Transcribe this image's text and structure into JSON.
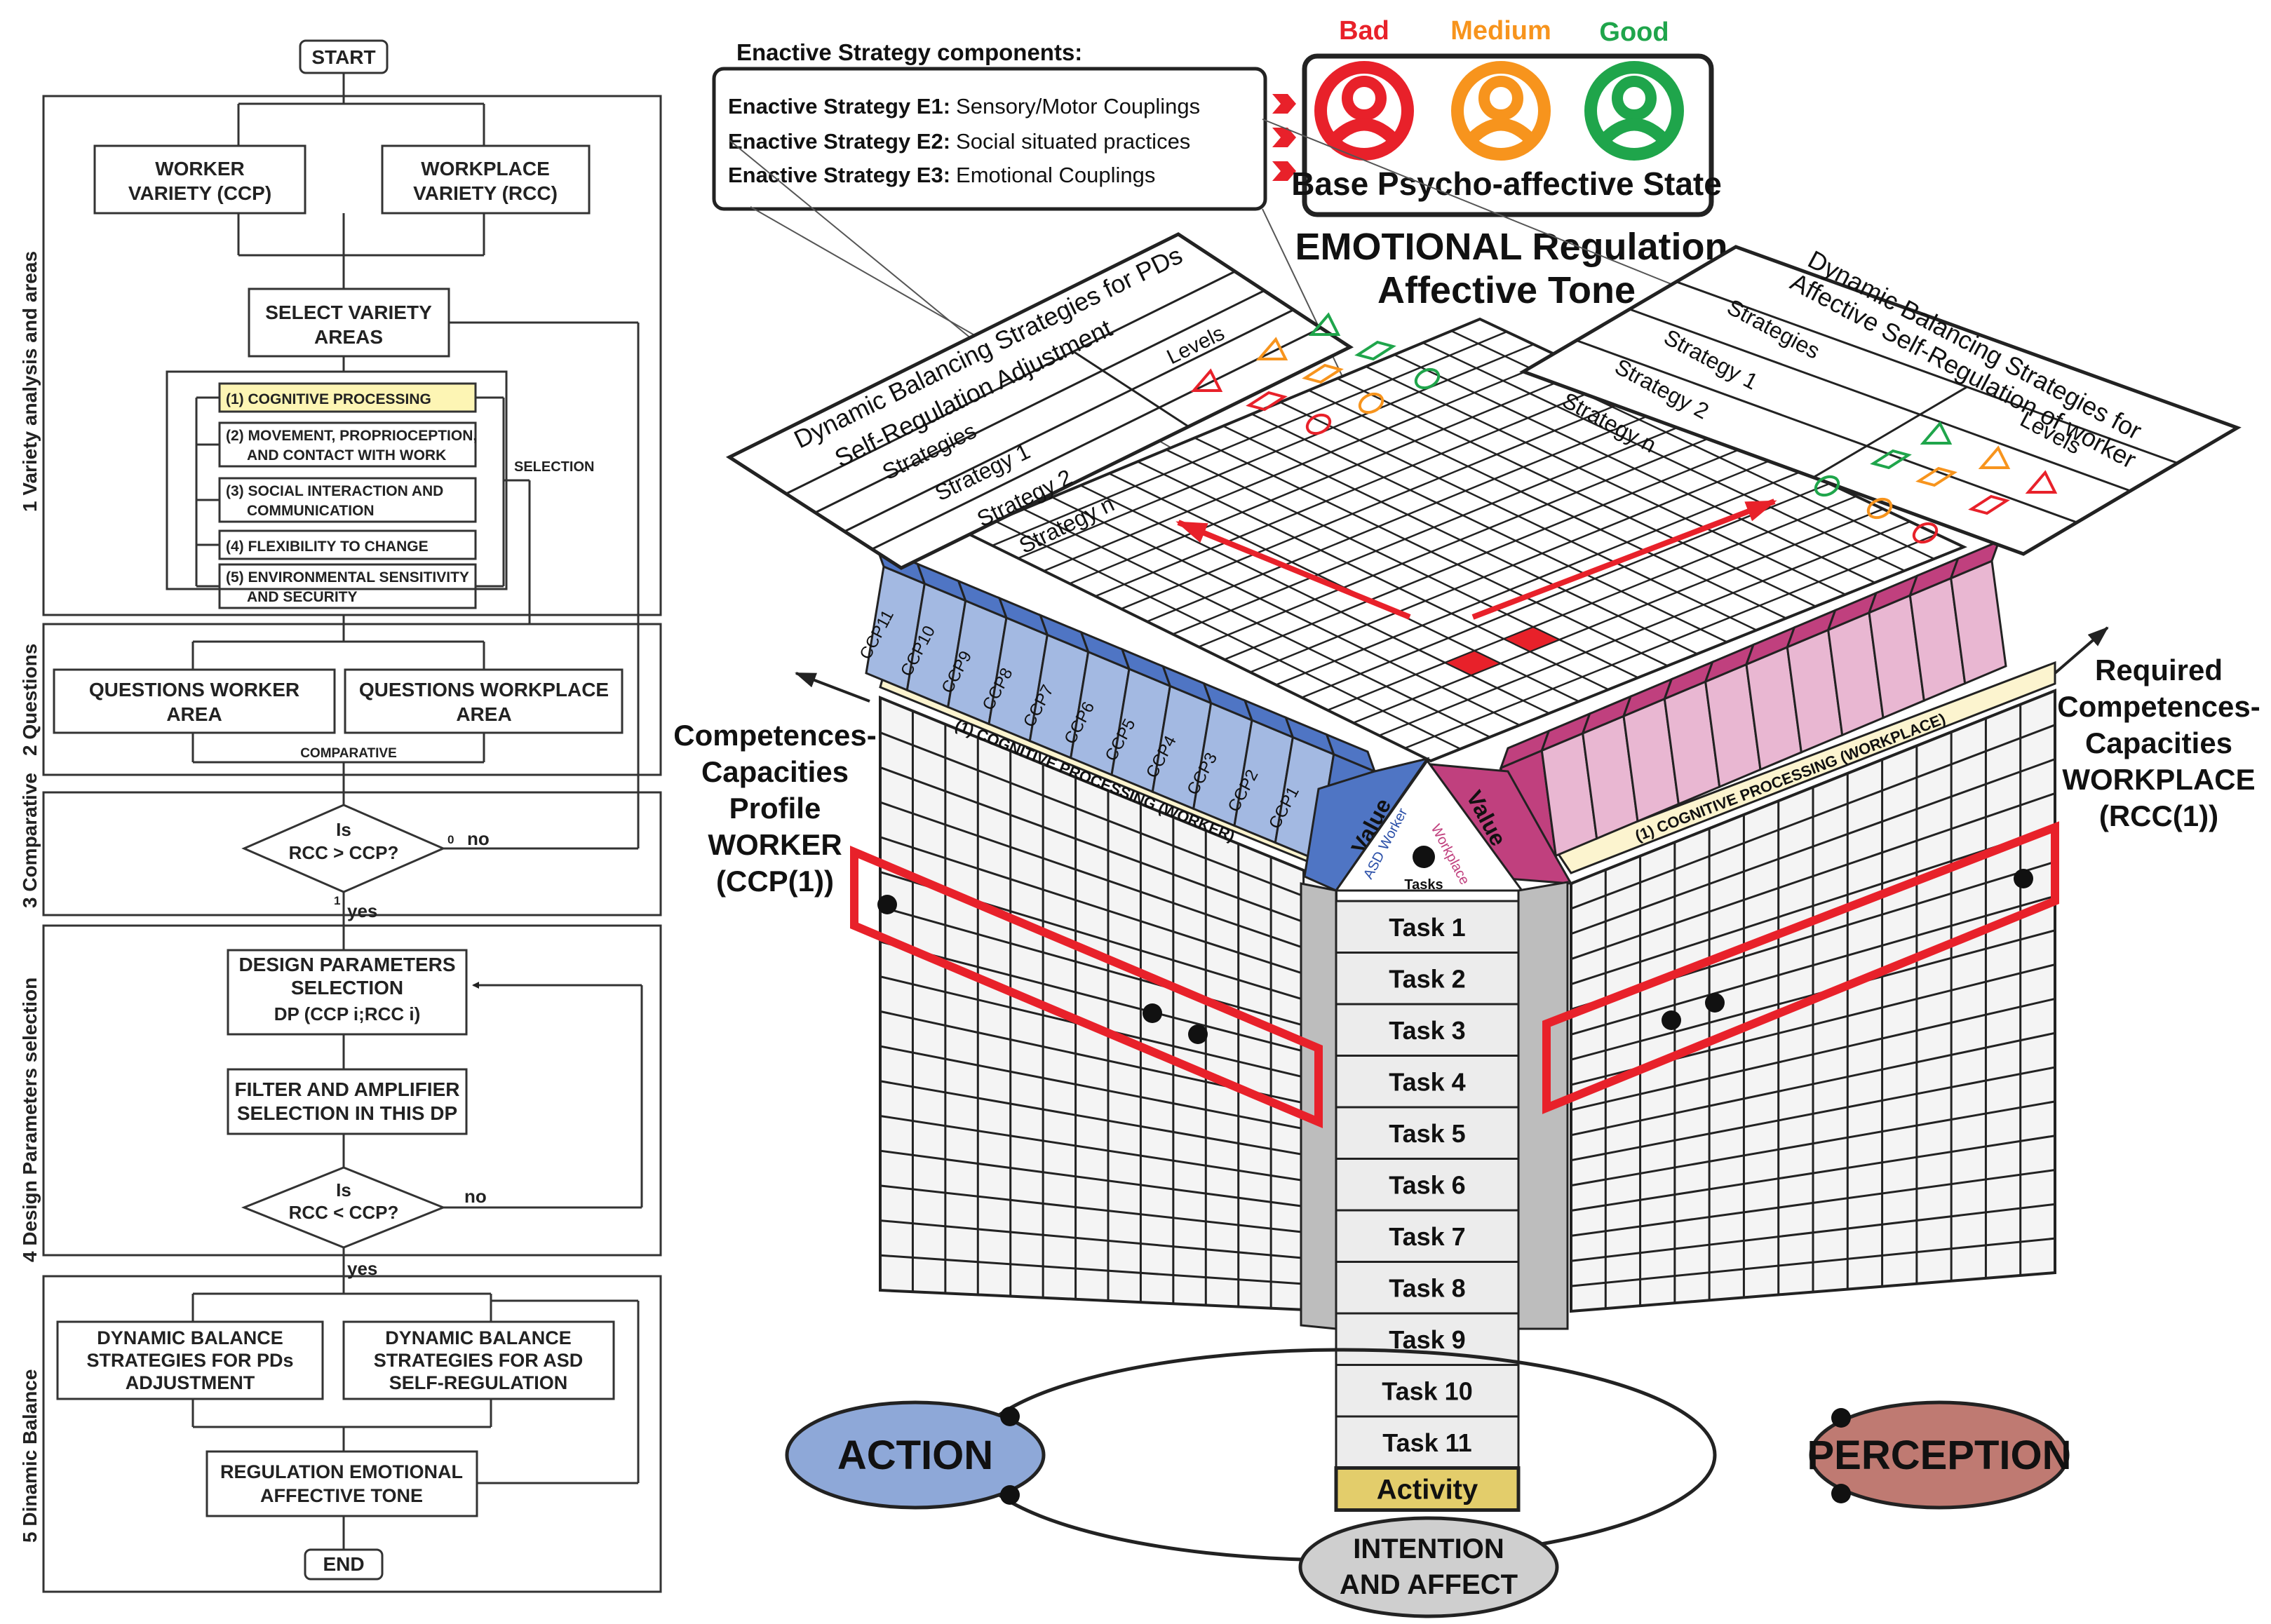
{
  "flowchart": {
    "start": "START",
    "end": "END",
    "worker_variety": [
      "WORKER",
      "VARIETY (CCP)"
    ],
    "workplace_variety": [
      "WORKPLACE",
      "VARIETY (RCC)"
    ],
    "select_variety_areas": [
      "SELECT VARIETY",
      "AREAS"
    ],
    "areas": [
      [
        "(1) COGNITIVE PROCESSING"
      ],
      [
        "(2) MOVEMENT, PROPRIOCEPTION,",
        "AND CONTACT WITH WORK"
      ],
      [
        "(3) SOCIAL INTERACTION AND",
        "COMMUNICATION"
      ],
      [
        "(4) FLEXIBILITY TO CHANGE"
      ],
      [
        "(5) ENVIRONMENTAL SENSITIVITY",
        "AND SECURITY"
      ]
    ],
    "selection_label": "SELECTION",
    "questions_worker": [
      "QUESTIONS WORKER",
      "AREA"
    ],
    "questions_workplace": [
      "QUESTIONS WORKPLACE",
      "AREA"
    ],
    "comparative_label": "COMPARATIVE",
    "decision1": [
      "Is",
      "RCC > CCP?"
    ],
    "decision1_no": "no",
    "decision1_no_mark": "0",
    "decision1_yes": "yes",
    "decision1_yes_mark": "1",
    "design_params": [
      "DESIGN PARAMETERS",
      "SELECTION"
    ],
    "design_params_formula": "DP (CCP  i;RCC  i)",
    "filter_amplifier": [
      "FILTER AND AMPLIFIER",
      "SELECTION IN THIS DP"
    ],
    "decision2": [
      "Is",
      "RCC < CCP?"
    ],
    "decision2_no": "no",
    "decision2_yes": "yes",
    "dyn_pds": [
      "DYNAMIC BALANCE",
      "STRATEGIES FOR PDs",
      "ADJUSTMENT"
    ],
    "dyn_asd": [
      "DYNAMIC BALANCE",
      "STRATEGIES FOR ASD",
      "SELF-REGULATION"
    ],
    "regulation": [
      "REGULATION EMOTIONAL",
      "AFFECTIVE TONE"
    ],
    "section_labels": [
      "1 Variety analysis and areas",
      "2 Questions",
      "3 Comparative",
      "4 Design Parameters selection",
      "5 Dinamic Balance"
    ]
  },
  "enactive": {
    "heading": "Enactive Strategy components:",
    "items": [
      {
        "bold": "Enactive Strategy E1:",
        "text": "Sensory/Motor Couplings"
      },
      {
        "bold": "Enactive Strategy E2:",
        "text": "Social situated practices"
      },
      {
        "bold": "Enactive Strategy E3:",
        "text": "Emotional Couplings"
      }
    ]
  },
  "states": {
    "labels": [
      "Bad",
      "Medium",
      "Good"
    ],
    "colors": [
      "#e8212a",
      "#f7941d",
      "#1fa54b"
    ],
    "caption": "Base Psycho-affective State"
  },
  "emotional_title": [
    "EMOTIONAL Regulation",
    "Affective Tone"
  ],
  "left_panel": {
    "title": [
      "Dynamic Balancing Strategies for PDs",
      "Self-Regulation Adjustment"
    ],
    "levels": "Levels",
    "strategies": "Strategies",
    "rows": [
      "Strategy 1",
      "Strategy 2",
      "Strategy n"
    ]
  },
  "right_panel": {
    "title": [
      "Dynamic Balancing Strategies for",
      "Affective Self-Regulation of worker"
    ],
    "levels": "Levels",
    "strategies": "Strategies",
    "rows": [
      "Strategy 1",
      "Strategy 2",
      "Strategy n"
    ]
  },
  "cube": {
    "ccp_labels": [
      "CCP11",
      "CCP10",
      "CCP9",
      "CCP8",
      "CCP7",
      "CCP6",
      "CCP5",
      "CCP4",
      "CCP3",
      "CCP2",
      "CCP1"
    ],
    "value_left": "Value",
    "value_right": "Value",
    "asd_worker": "ASD Worker",
    "workplace": "Workplace",
    "tasks_head": "Tasks",
    "left_band": "(1) COGNITIVE PROCESSING (WORKER)",
    "right_band": "(1) COGNITIVE PROCESSING (WORKPLACE)",
    "tasks": [
      "Task 1",
      "Task 2",
      "Task 3",
      "Task 4",
      "Task 5",
      "Task 6",
      "Task 7",
      "Task 8",
      "Task 9",
      "Task 10",
      "Task 11"
    ],
    "activity": "Activity",
    "colors": {
      "blue": "#4f75c4",
      "magenta": "#c0407e",
      "pink": "#e9b7d2",
      "activity": "#e3cd6b",
      "light_blue": "#a3b9e2"
    }
  },
  "left_outer_label": [
    "Competences-",
    "Capacities",
    "Profile",
    "WORKER",
    "(CCP(1))"
  ],
  "right_outer_label": [
    "Required",
    "Competences-",
    "Capacities",
    "WORKPLACE",
    "(RCC(1))"
  ],
  "cycle": {
    "action": "ACTION",
    "perception": "PERCEPTION",
    "intention": [
      "INTENTION",
      "AND AFFECT"
    ],
    "colors": {
      "action": "#8ea8d8",
      "perception": "#bf7a72",
      "intention": "#cfcfcf"
    }
  }
}
